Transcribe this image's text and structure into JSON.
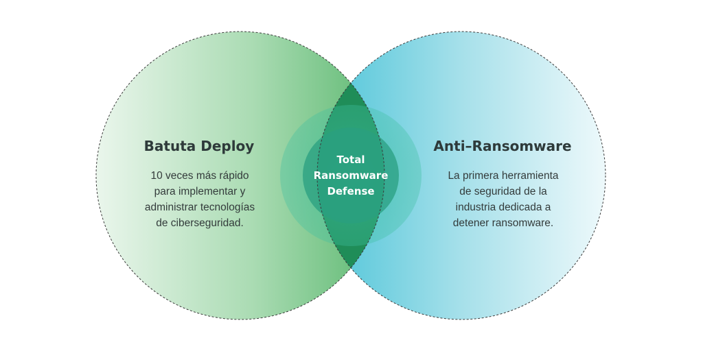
{
  "left_circle": {
    "title": "Batuta Deploy",
    "lines": [
      "10 veces más rápido",
      "para implementar y",
      "administrar tecnologías",
      "de ciberseguridad."
    ]
  },
  "right_circle": {
    "title": "Anti–Ransomware",
    "lines": [
      "La primera herramienta",
      "de seguridad de la",
      "industria dedicada a",
      "detener ransomware."
    ]
  },
  "intersection": {
    "lines": [
      "Total",
      "Ransomware",
      "Defense"
    ]
  },
  "colors": {
    "green_light": "#eaf6ec",
    "green_dark": "#5cb870",
    "blue_dark": "#4cc4d8",
    "blue_light": "#eef9fb",
    "lens_green": "#1f8d58",
    "center_halo": "#3fbfa0",
    "center_core": "#2a9f80",
    "text_dark": "#2e3a3a",
    "center_text": "#ffffff"
  }
}
